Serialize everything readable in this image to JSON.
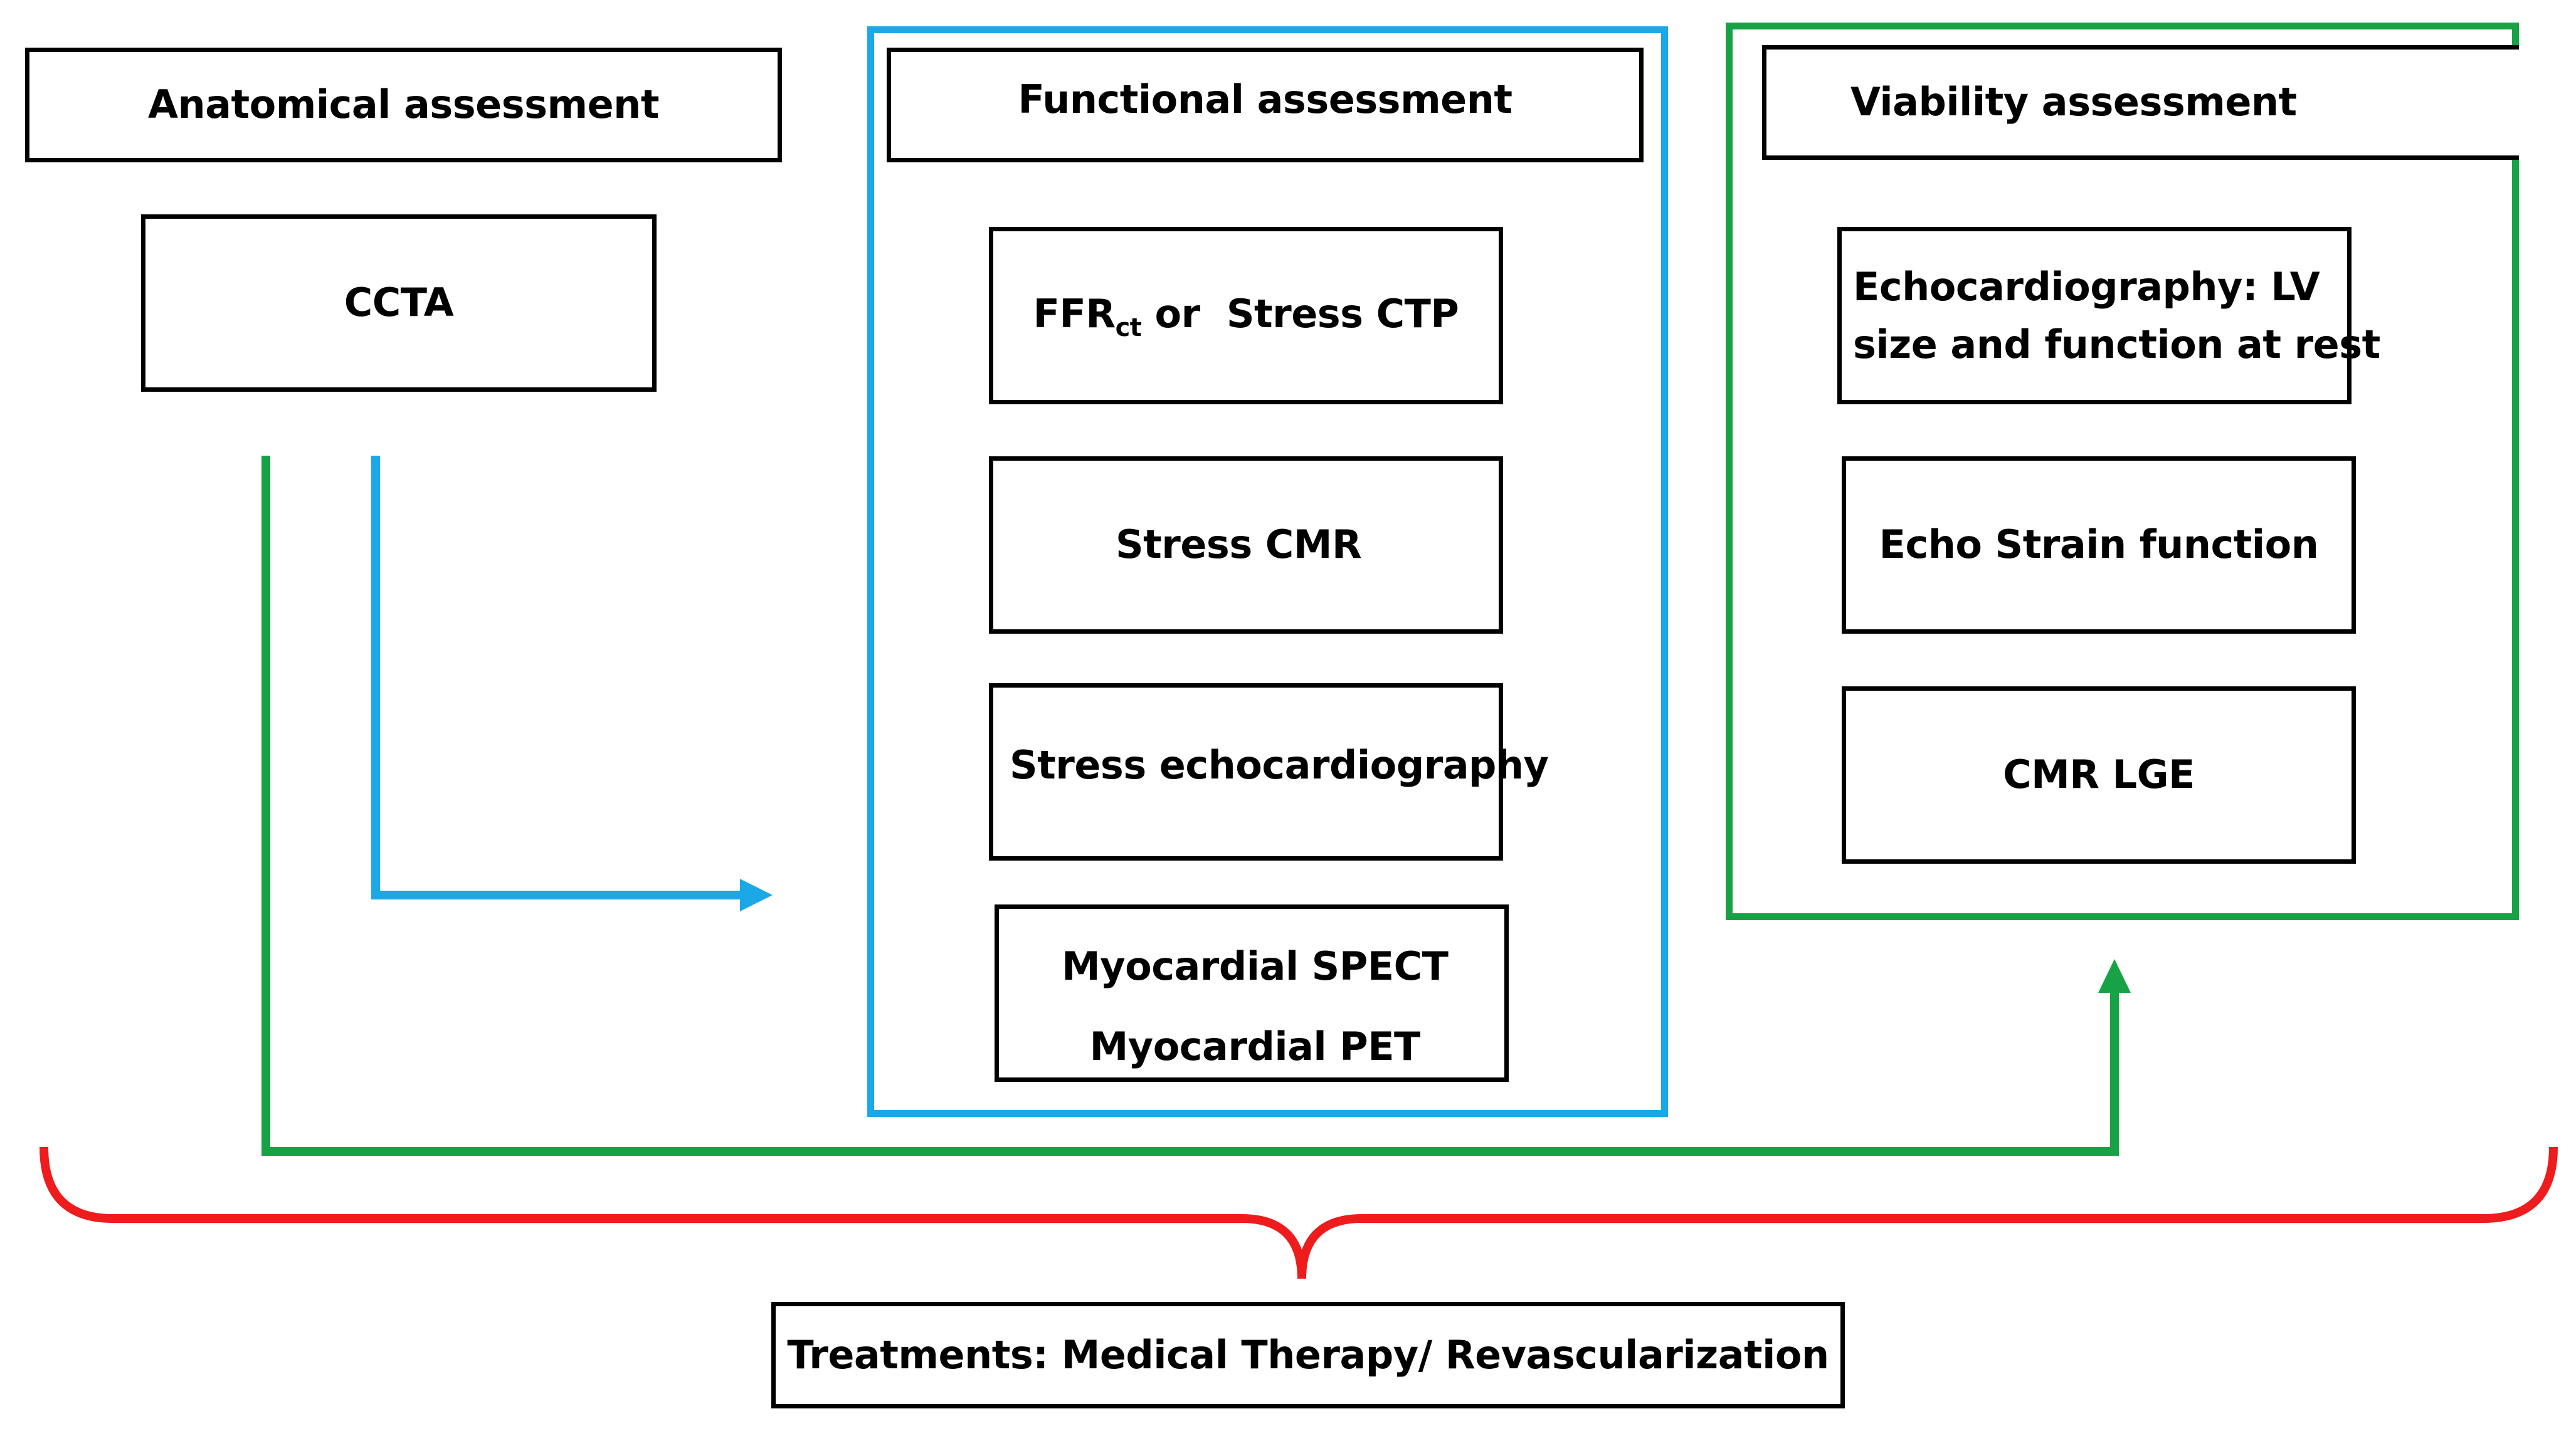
{
  "colors": {
    "functional": "#1aa9e6",
    "viability": "#17a345",
    "treatment_brace": "#ee1c1c",
    "box_border": "#000000"
  },
  "anatomical": {
    "title": "Anatomical assessment",
    "items": [
      "CCTA"
    ]
  },
  "functional": {
    "title": "Functional assessment",
    "ffr": {
      "main": "FFR",
      "subscript": "ct",
      "rest": " or  Stress CTP"
    },
    "items": [
      "Stress CMR",
      "Stress echocardiography"
    ],
    "nuclear": [
      "Myocardial SPECT",
      "Myocardial PET"
    ]
  },
  "viability": {
    "title": "Viability assessment",
    "echo_rest": [
      "Echocardiography: LV",
      "size and function at rest"
    ],
    "items": [
      "Echo Strain function",
      "CMR LGE"
    ]
  },
  "treatment": {
    "label": "Treatments: Medical Therapy/ Revascularization"
  }
}
